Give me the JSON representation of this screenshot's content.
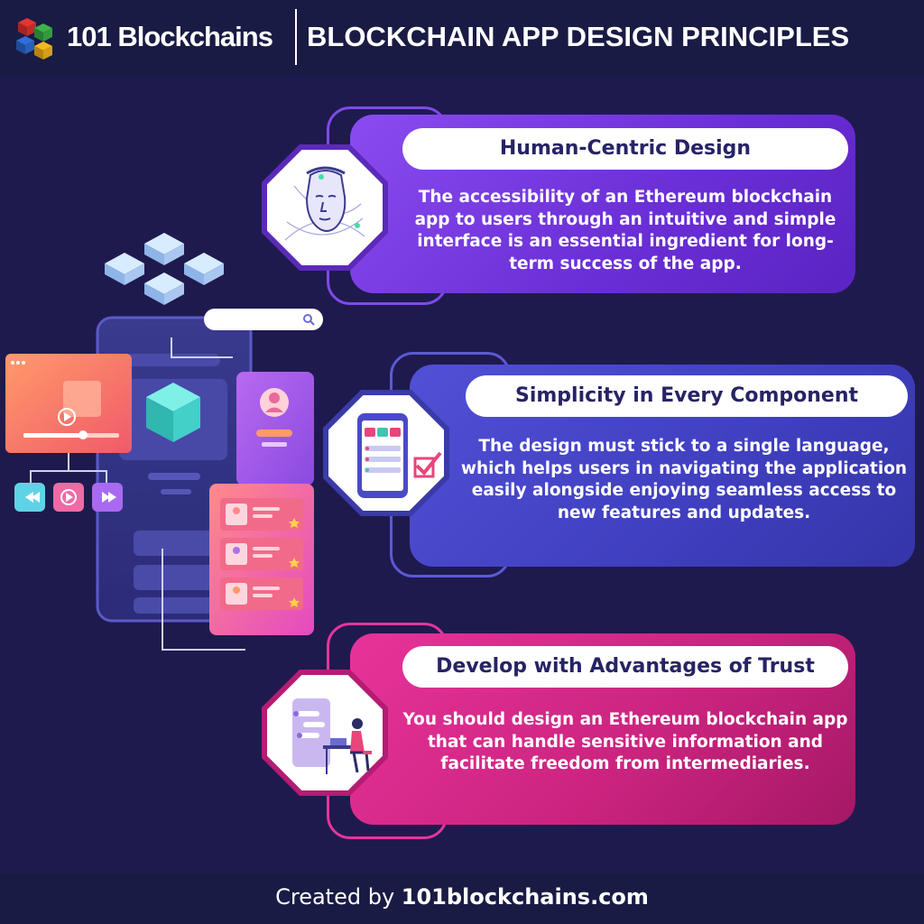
{
  "header": {
    "brand": "101 Blockchains",
    "title": "BLOCKCHAIN APP DESIGN PRINCIPLES"
  },
  "principles": [
    {
      "title": "Human-Centric Design",
      "text": "The accessibility of an Ethereum blockchain app to users through an intuitive and simple interface is an essential ingredient for long-term success of the app.",
      "icon": "statue-head-icon"
    },
    {
      "title": "Simplicity in Every Component",
      "text": "The design must stick to a single language, which helps users in navigating the application easily alongside enjoying seamless access to new features and updates.",
      "icon": "mobile-checklist-icon"
    },
    {
      "title": "Develop with Advantages of Trust",
      "text": "You should design an Ethereum blockchain app that can handle sensitive information and facilitate freedom from intermediaries.",
      "icon": "person-at-desk-icon"
    }
  ],
  "footer": {
    "prefix": "Created by ",
    "site": "101blockchains.com"
  },
  "colors": {
    "background": "#1f1a4d",
    "card1": "#7a3de6",
    "card2": "#4646c8",
    "card3": "#d42a8c"
  }
}
